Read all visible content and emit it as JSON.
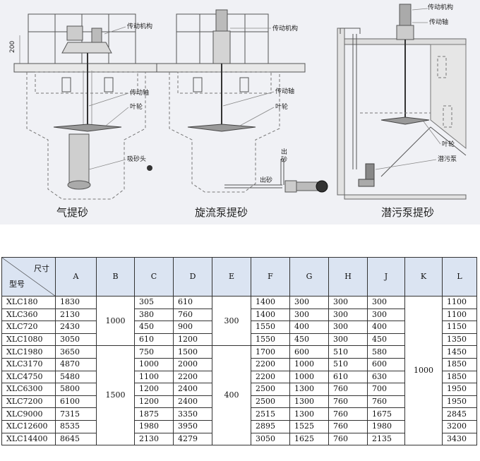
{
  "diagram": {
    "labels": {
      "drive_mechanism": "传动机构",
      "drive_shaft": "传动轴",
      "impeller": "叶轮",
      "suction_head": "吸砂头",
      "sand_outlet": "出砂",
      "sand_outlet_vertical": "出\n砂",
      "submersible_pump": "潜污泵",
      "dim_200": "200"
    },
    "captions": [
      "气提砂",
      "旋流泵提砂",
      "潜污泵提砂"
    ]
  },
  "table": {
    "header": {
      "corner_top": "尺寸",
      "corner_bottom": "型号",
      "columns": [
        "A",
        "B",
        "C",
        "D",
        "E",
        "F",
        "G",
        "H",
        "J",
        "K",
        "L"
      ]
    },
    "merged": {
      "B_group1": "1000",
      "B_group2": "1500",
      "E_group1": "300",
      "E_group2": "400",
      "K_all": "1000"
    },
    "rows": [
      {
        "model": "XLC180",
        "A": "1830",
        "C": "305",
        "D": "610",
        "F": "1400",
        "G": "300",
        "H": "300",
        "J": "300",
        "L": "1100"
      },
      {
        "model": "XLC360",
        "A": "2130",
        "C": "380",
        "D": "760",
        "F": "1400",
        "G": "300",
        "H": "300",
        "J": "300",
        "L": "1100"
      },
      {
        "model": "XLC720",
        "A": "2430",
        "C": "450",
        "D": "900",
        "F": "1550",
        "G": "400",
        "H": "300",
        "J": "400",
        "L": "1150"
      },
      {
        "model": "XLC1080",
        "A": "3050",
        "C": "610",
        "D": "1200",
        "F": "1550",
        "G": "450",
        "H": "300",
        "J": "450",
        "L": "1350"
      },
      {
        "model": "XLC1980",
        "A": "3650",
        "C": "750",
        "D": "1500",
        "F": "1700",
        "G": "600",
        "H": "510",
        "J": "580",
        "L": "1450"
      },
      {
        "model": "XLC3170",
        "A": "4870",
        "C": "1000",
        "D": "2000",
        "F": "2200",
        "G": "1000",
        "H": "510",
        "J": "600",
        "L": "1850"
      },
      {
        "model": "XLC4750",
        "A": "5480",
        "C": "1100",
        "D": "2200",
        "F": "2200",
        "G": "1000",
        "H": "610",
        "J": "630",
        "L": "1850"
      },
      {
        "model": "XLC6300",
        "A": "5800",
        "C": "1200",
        "D": "2400",
        "F": "2500",
        "G": "1300",
        "H": "760",
        "J": "700",
        "L": "1950"
      },
      {
        "model": "XLC7200",
        "A": "6100",
        "C": "1200",
        "D": "2400",
        "F": "2500",
        "G": "1300",
        "H": "760",
        "J": "760",
        "L": "1950"
      },
      {
        "model": "XLC9000",
        "A": "7315",
        "C": "1875",
        "D": "3350",
        "F": "2515",
        "G": "1300",
        "H": "760",
        "J": "1675",
        "L": "2845"
      },
      {
        "model": "XLC12600",
        "A": "8535",
        "C": "1980",
        "D": "3950",
        "F": "2895",
        "G": "1525",
        "H": "760",
        "J": "1980",
        "L": "3200"
      },
      {
        "model": "XLC14400",
        "A": "8645",
        "C": "2130",
        "D": "4279",
        "F": "3050",
        "G": "1625",
        "H": "760",
        "J": "2135",
        "L": "3430"
      }
    ]
  }
}
